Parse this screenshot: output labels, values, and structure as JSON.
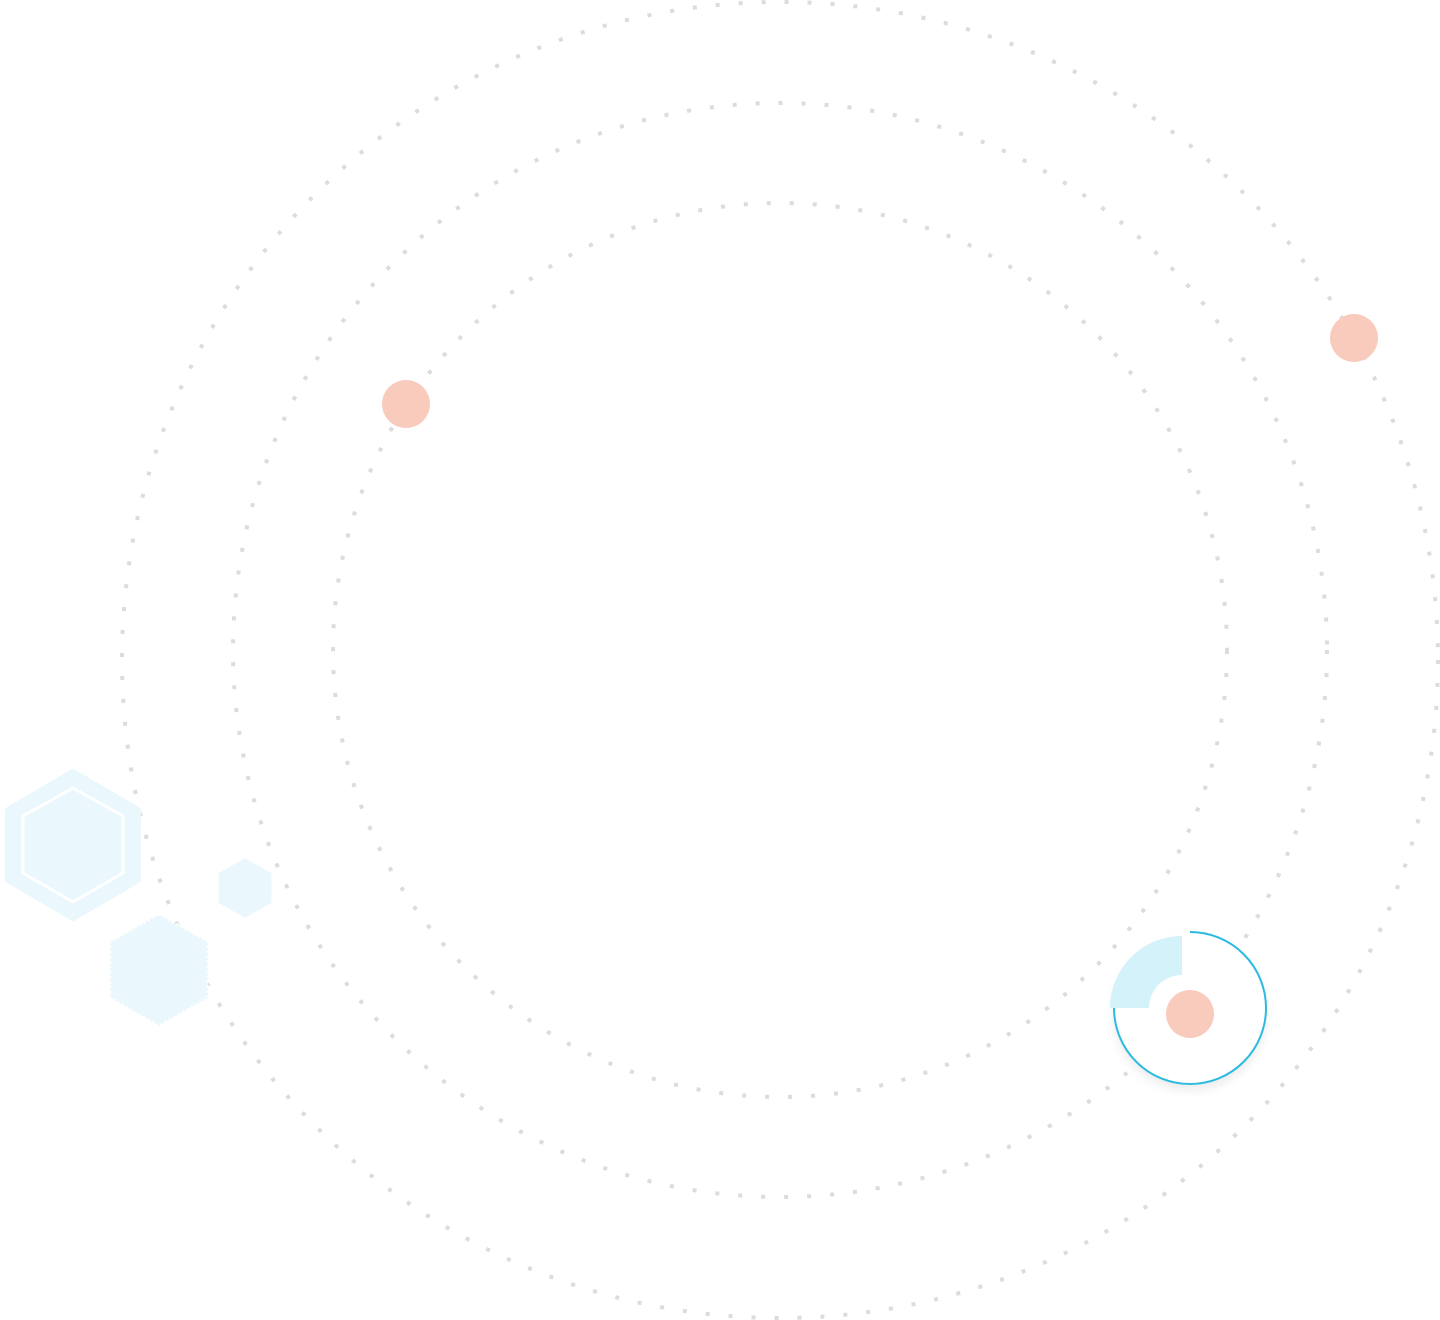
{
  "colors": {
    "background": "#ffffff",
    "orbit_dots": "#dcdcdc",
    "accent_dot": "#f9cbbd",
    "hex_fill": "#eaf8fd",
    "hex_outline": "#ffffff",
    "ring_stroke": "#2bbbe0",
    "ring_quarter": "#d3f2fa"
  },
  "decorations": {
    "orbits": [
      "orbit-inner",
      "orbit-middle",
      "orbit-outer"
    ],
    "accent_dots": [
      "accent-dot-inner-orbit",
      "accent-dot-outer-orbit",
      "accent-dot-ring-center"
    ],
    "hexagons": [
      "hexagon-large",
      "hexagon-small",
      "hexagon-medium-dotted"
    ],
    "badge": "ring-badge"
  }
}
